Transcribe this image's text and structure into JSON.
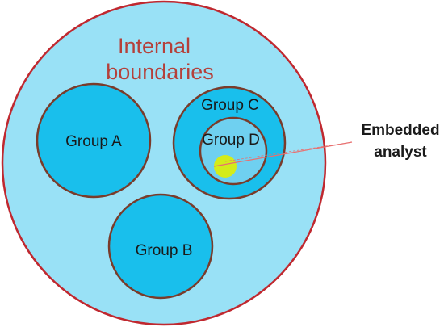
{
  "colors": {
    "outer_fill": "#99e1f6",
    "outer_stroke": "#c0282f",
    "group_fill": "#19bfec",
    "group_stroke": "#7a3b2a",
    "group_d_fill": "#6fd0f0",
    "analyst_fill": "#d4ec1a",
    "pointer_line": "#e87070",
    "title_color": "#b5403a",
    "label_color": "#1a1a1a"
  },
  "diagram": {
    "title_line1": "Internal",
    "title_line2": "boundaries",
    "group_a": "Group A",
    "group_b": "Group B",
    "group_c": "Group C",
    "group_d": "Group D",
    "analyst_line1": "Embedded",
    "analyst_line2": "analyst"
  }
}
